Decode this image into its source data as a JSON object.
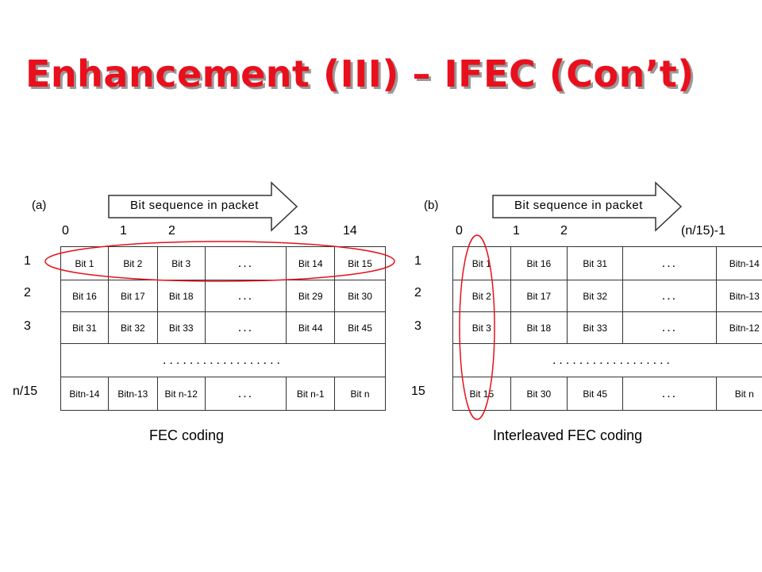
{
  "title": "Enhancement (III) – IFEC (Con’t)",
  "colors": {
    "title": "#e8101c",
    "highlight": "#e8101c",
    "grid": "#333333"
  },
  "figures": [
    {
      "tag": "(a)",
      "arrow_label": "Bit sequence in packet",
      "col_indices": [
        "0",
        "1",
        "2",
        "13",
        "14"
      ],
      "row_indices": [
        "1",
        "2",
        "3",
        "n/15"
      ],
      "rows": [
        [
          "Bit 1",
          "Bit 2",
          "Bit 3",
          "...",
          "Bit 14",
          "Bit 15"
        ],
        [
          "Bit 16",
          "Bit 17",
          "Bit 18",
          "...",
          "Bit 29",
          "Bit 30"
        ],
        [
          "Bit 31",
          "Bit 32",
          "Bit 33",
          "...",
          "Bit 44",
          "Bit 45"
        ],
        [
          ".................."
        ],
        [
          "Bitn-14",
          "Bitn-13",
          "Bit n-12",
          "...",
          "Bit n-1",
          "Bit n"
        ]
      ],
      "highlight": "row",
      "caption": "FEC coding"
    },
    {
      "tag": "(b)",
      "arrow_label": "Bit sequence in packet",
      "col_indices": [
        "0",
        "1",
        "2",
        "(n/15)-1"
      ],
      "row_indices": [
        "1",
        "2",
        "3",
        "15"
      ],
      "rows": [
        [
          "Bit 1",
          "Bit 16",
          "Bit 31",
          "...",
          "Bitn-14"
        ],
        [
          "Bit 2",
          "Bit 17",
          "Bit 32",
          "...",
          "Bitn-13"
        ],
        [
          "Bit 3",
          "Bit 18",
          "Bit 33",
          "...",
          "Bitn-12"
        ],
        [
          ".................."
        ],
        [
          "Bit 15",
          "Bit 30",
          "Bit 45",
          "...",
          "Bit n"
        ]
      ],
      "highlight": "column",
      "caption": "Interleaved FEC coding"
    }
  ]
}
